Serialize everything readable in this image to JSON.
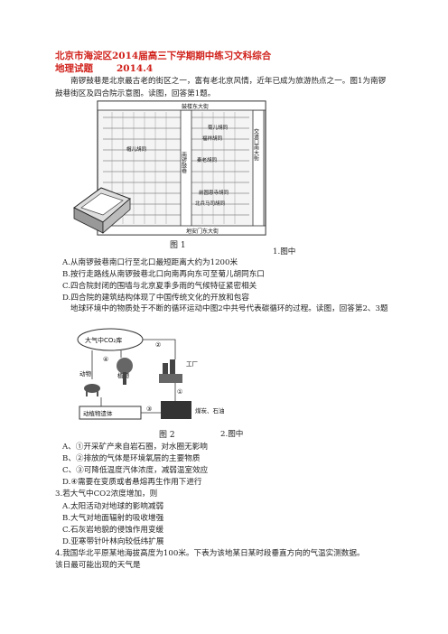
{
  "header": {
    "line1": "北京市海淀区2014届高三下学期期中练习文科综合",
    "line2": "地理试题",
    "date": "2014.4"
  },
  "intro1": "南锣鼓巷是北京最古老的街区之一，富有老北京风情，近年已成为旅游热点之一。图1为南锣鼓巷街区及四合院示意图。读图，回答第1题。",
  "figure1": {
    "caption": "图 1",
    "labels": [
      "鼓楼东大街",
      "地安门东大街",
      "南锣鼓巷",
      "交道口南大街",
      "福祥胡同",
      "秦老胡同",
      "帽儿胡同",
      "前圆恩寺胡同",
      "菊儿胡同",
      "北兵马司胡同"
    ]
  },
  "q1": {
    "stem": "1.图中",
    "options": [
      "A.从南锣鼓巷南口行至北口最短距离大约为1200米",
      "B.按行走路线从南锣鼓巷北口向南再向东可至菊儿胡同东口",
      "C.四合院封闭的围墙与北京夏季多雨的气候特征紧密相关",
      "D.四合院的建筑结构体现了中国传统文化的开放和包容"
    ]
  },
  "intro2": "地球环境中的物质处于不断的循环运动中图2中共号代表碳循环的过程。读图，回答第2、3题",
  "figure2": {
    "caption": "图 2",
    "labels": {
      "atmosphere": "大气中CO₂库",
      "animals": "动物",
      "plants": "植物",
      "factory": "工厂",
      "remains": "动植物遗体",
      "coal": "煤炭、石油",
      "m1": "①",
      "m2": "②",
      "m3": "③",
      "m4": "④"
    }
  },
  "q2": {
    "stem": "2.图中",
    "options": [
      "A、①开采矿产来自岩石圈，对水圈无影响",
      "B、②排放的气体是环境氧层的主要物质",
      "C、③可降低温度汽体浓度，减弱温室效应",
      "D.④需要在变质或者悬熔再生作用下进行"
    ]
  },
  "q3": {
    "stem": "3.若大气中CO2浓度增加，则",
    "options": [
      "A.太阳活动对地球的影响减弱",
      "B.大气对地面辐射的吸收增强",
      "C.石灰岩地貌的侵蚀作用变缓",
      "D.亚寒带针叶林向较低纬扩展"
    ]
  },
  "q4": {
    "stem": "4.我国华北平原某地海拔高度为100米。下表为该地某日某时段垂直方向的气温实测数据。",
    "stem2": "该日最可能出现的天气是"
  }
}
